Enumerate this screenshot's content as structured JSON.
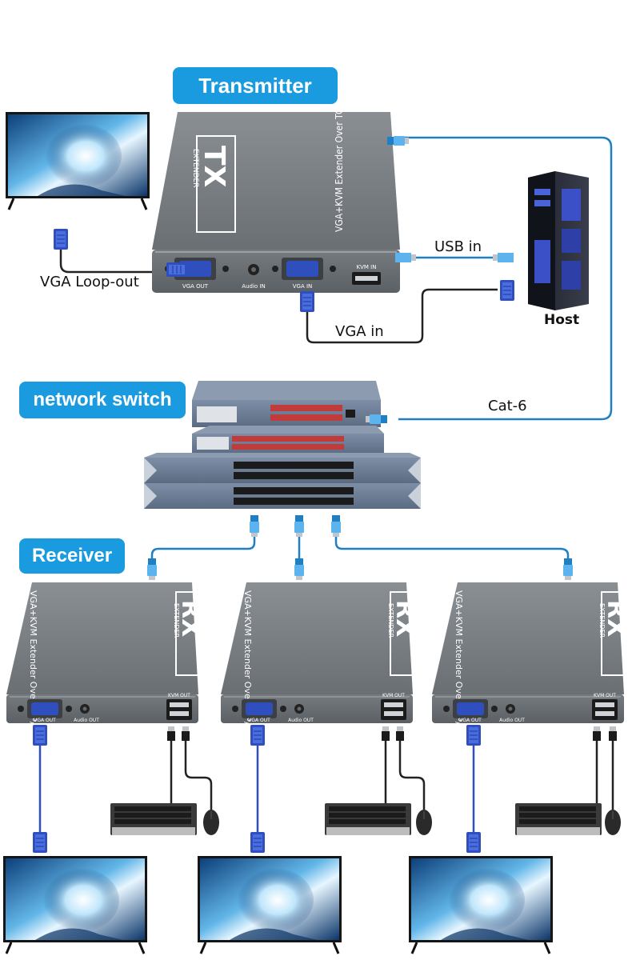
{
  "labels": {
    "transmitter": "Transmitter",
    "network_switch": "network switch",
    "receiver": "Receiver",
    "vga_loop_out": "VGA Loop-out",
    "usb_in": "USB in",
    "vga_in": "VGA in",
    "host": "Host",
    "cat6": "Cat-6"
  },
  "tx_device": {
    "badge": "TX",
    "badge_sub": "EXTENDER",
    "model_text": "VGA+KVM Extender Over TCP/IP",
    "port_labels": [
      "VGA OUT",
      "Audio IN",
      "VGA IN",
      "KVM IN"
    ]
  },
  "rx_device": {
    "badge": "RX",
    "badge_sub": "EXTENDER",
    "model_text": "VGA+KVM Extender Over TCP/IP",
    "port_labels": [
      "VGA OUT",
      "Audio OUT",
      "KVM OUT"
    ]
  },
  "colors": {
    "accent": "#1a9be0",
    "cable_blue": "#1f7fc4",
    "cable_dark": "#222222",
    "device_gray": "#6f7479",
    "vga_blue": "#2f4fbf"
  }
}
